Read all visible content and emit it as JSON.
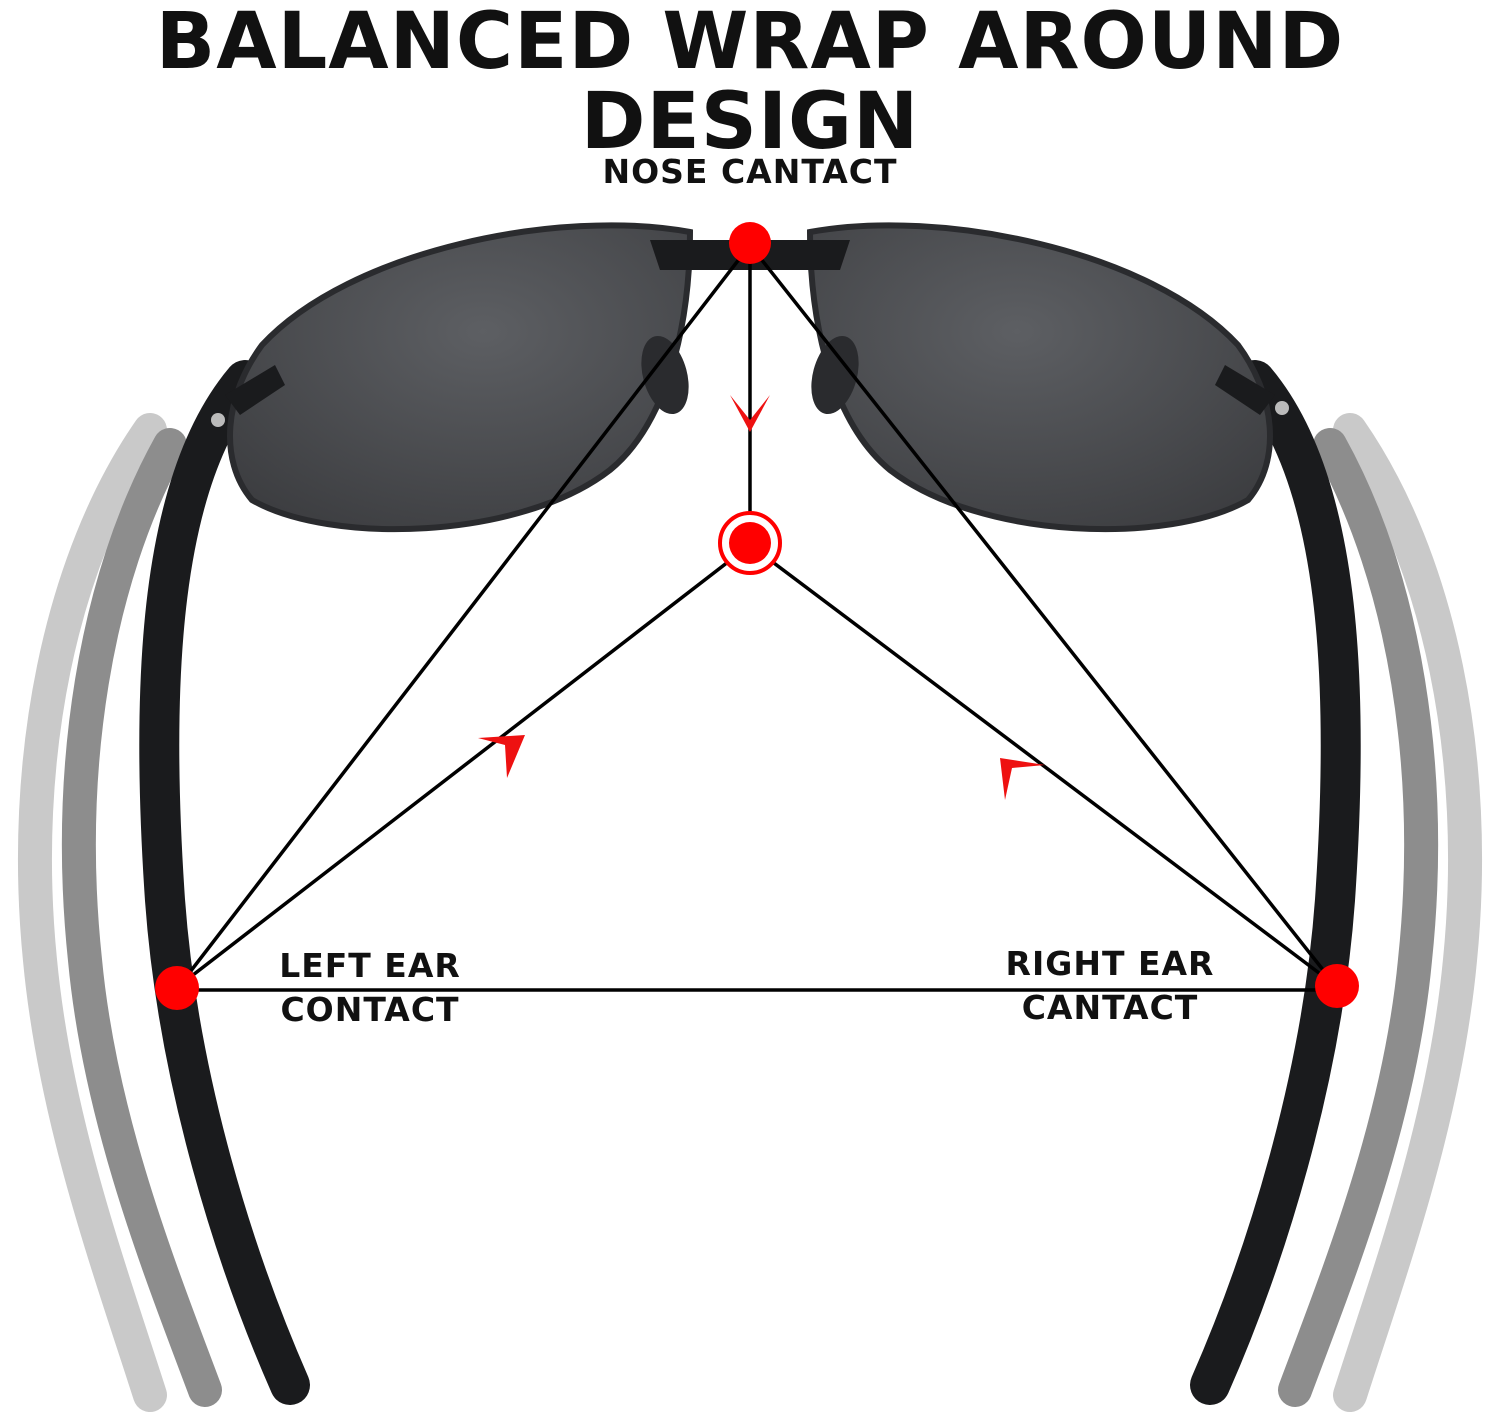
{
  "title": "BALANCED WRAP AROUND DESIGN",
  "labels": {
    "nose": "NOSE  CANTACT",
    "left_ear_1": "LEFT EAR",
    "left_ear_2": "CONTACT",
    "right_ear_1": "RIGHT EAR",
    "right_ear_2": "CANTACT"
  },
  "colors": {
    "contact_point": "#ff0000",
    "arrow": "#ee1111",
    "line": "#000000",
    "lens": "#4a4c50",
    "frame": "#1a1b1d",
    "ghost_temple_1": "#777777",
    "ghost_temple_2": "#b5b5b5"
  },
  "icons": {
    "glasses": "sunglasses-illustration"
  }
}
